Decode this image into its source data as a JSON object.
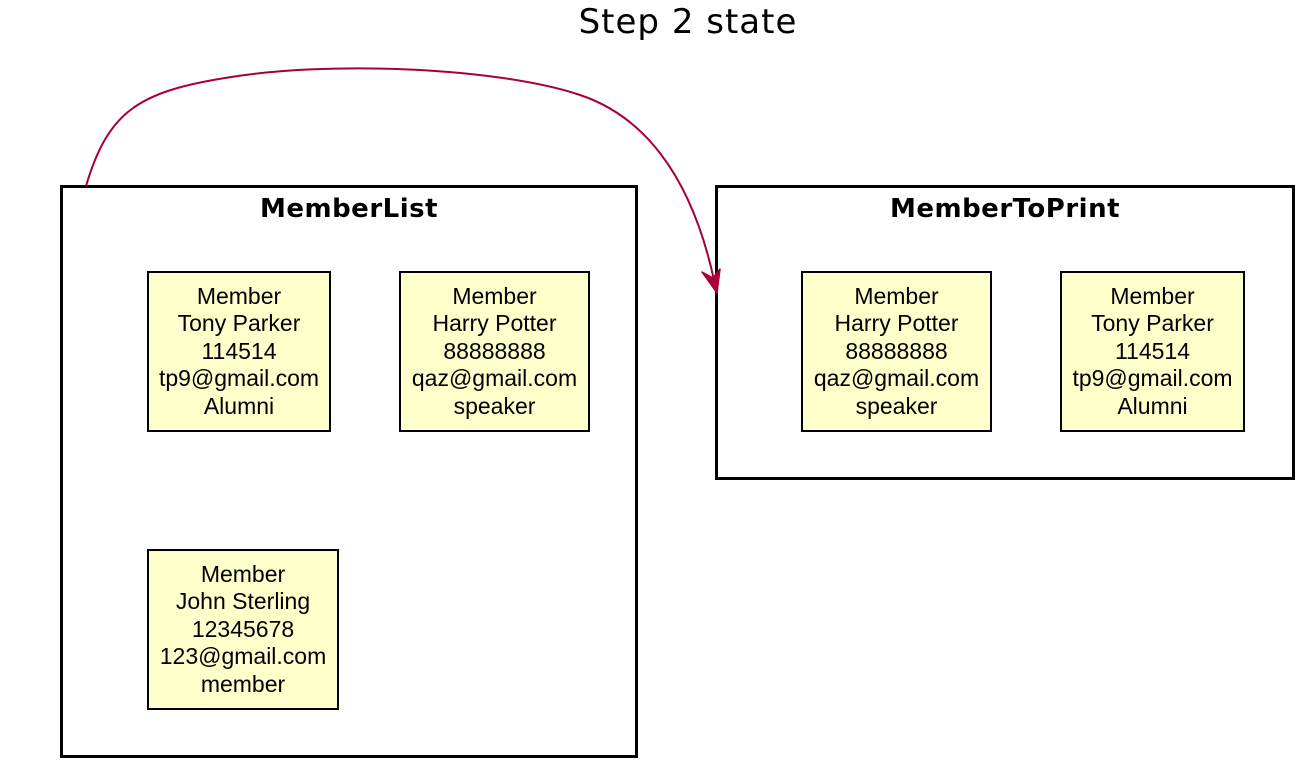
{
  "title": "Step 2 state",
  "colors": {
    "object_fill": "#ffffcc",
    "border": "#000000",
    "arrow": "#a80036"
  },
  "packages": [
    {
      "name": "MemberList",
      "members": [
        {
          "type": "Member",
          "name": "Tony Parker",
          "phone": "114514",
          "email": "tp9@gmail.com",
          "role": "Alumni"
        },
        {
          "type": "Member",
          "name": "Harry Potter",
          "phone": "88888888",
          "email": "qaz@gmail.com",
          "role": "speaker"
        },
        {
          "type": "Member",
          "name": "John Sterling",
          "phone": "12345678",
          "email": "123@gmail.com",
          "role": "member"
        }
      ]
    },
    {
      "name": "MemberToPrint",
      "members": [
        {
          "type": "Member",
          "name": "Harry Potter",
          "phone": "88888888",
          "email": "qaz@gmail.com",
          "role": "speaker"
        },
        {
          "type": "Member",
          "name": "Tony Parker",
          "phone": "114514",
          "email": "tp9@gmail.com",
          "role": "Alumni"
        }
      ]
    }
  ]
}
